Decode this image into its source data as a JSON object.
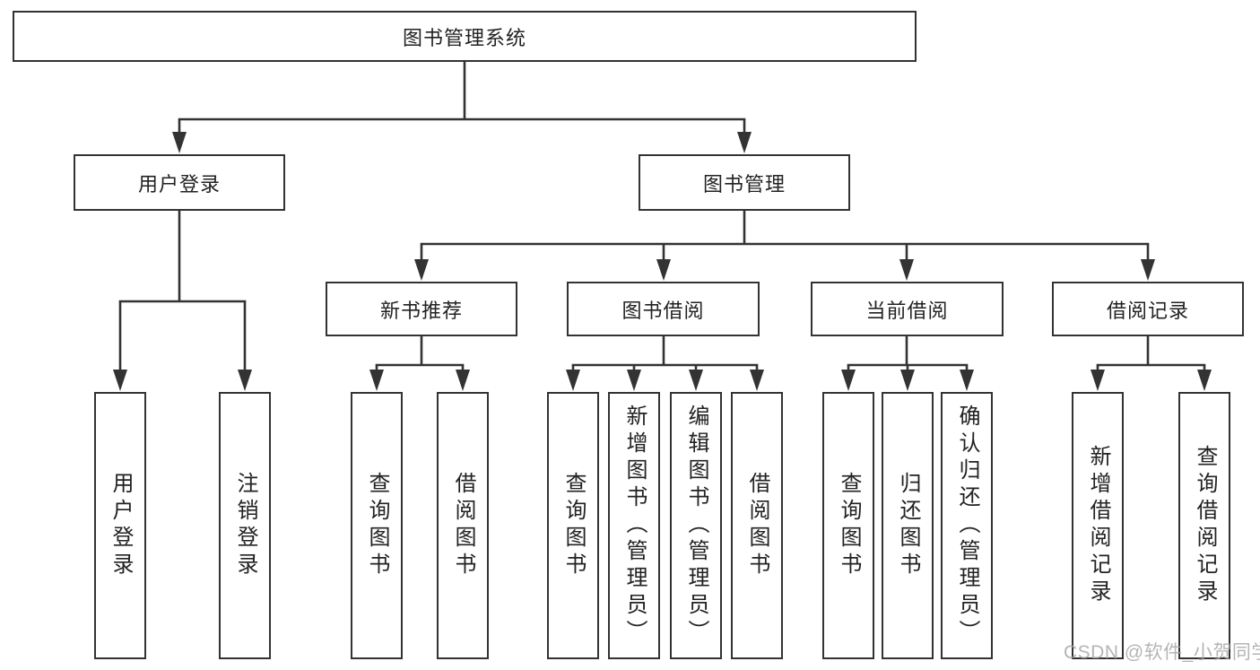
{
  "diagram": {
    "root": {
      "label": "图书管理系统"
    },
    "branches": [
      {
        "label": "用户登录",
        "children": [
          {
            "label": "用户登录"
          },
          {
            "label": "注销登录"
          }
        ]
      },
      {
        "label": "图书管理",
        "children": [
          {
            "label": "新书推荐",
            "children": [
              {
                "label": "查询图书"
              },
              {
                "label": "借阅图书"
              }
            ]
          },
          {
            "label": "图书借阅",
            "children": [
              {
                "label": "查询图书"
              },
              {
                "label": "新增图书（管理员）"
              },
              {
                "label": "编辑图书（管理员）"
              },
              {
                "label": "借阅图书"
              }
            ]
          },
          {
            "label": "当前借阅",
            "children": [
              {
                "label": "查询图书"
              },
              {
                "label": "归还图书"
              },
              {
                "label": "确认归还（管理员）"
              }
            ]
          },
          {
            "label": "借阅记录",
            "children": [
              {
                "label": "新增借阅记录"
              },
              {
                "label": "查询借阅记录"
              }
            ]
          }
        ]
      }
    ]
  },
  "watermark": {
    "text": "CSDN @软件_小贺同学"
  },
  "colors": {
    "line": "#333333",
    "text": "#222222",
    "box_background": "#ffffff",
    "page_background": "#ffffff",
    "watermark": "#a8a8a8"
  }
}
